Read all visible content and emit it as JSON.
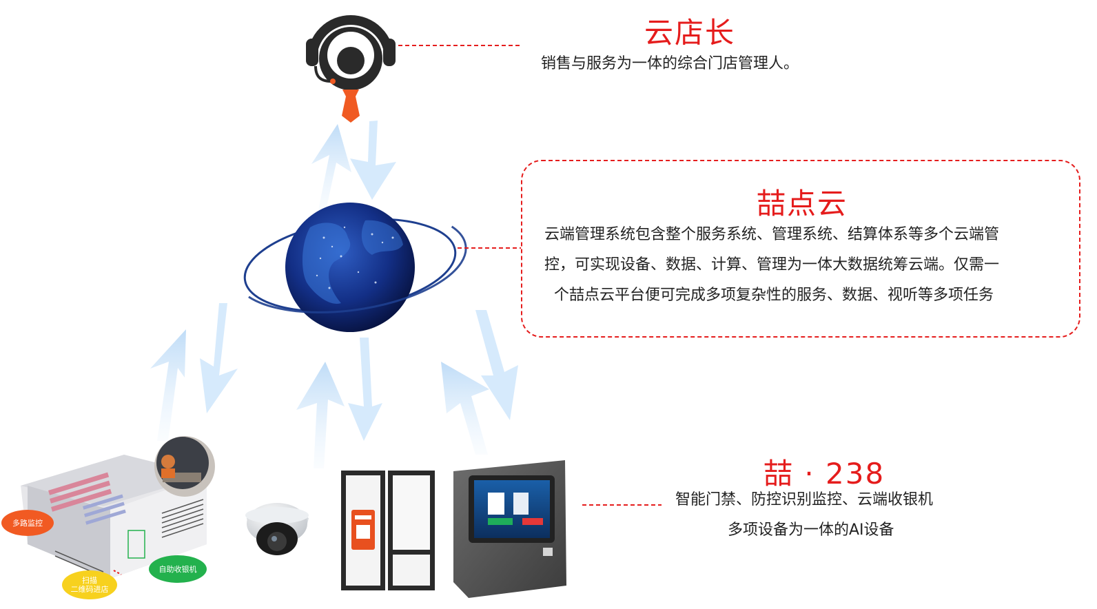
{
  "manager": {
    "title": "云店长",
    "desc": "销售与服务为一体的综合门店管理人。",
    "icon": "headset-manager-icon"
  },
  "cloud": {
    "title": "喆点云",
    "desc_lines": [
      "云端管理系统包含整个服务系统、管理系统、结算体系等多个云端管",
      "控，可实现设备、数据、计算、管理为一体大数据统筹云端。仅需一",
      "个喆点云平台便可完成多项复杂性的服务、数据、视听等多项任务"
    ],
    "icon": "globe-icon"
  },
  "device": {
    "title": "喆 · 238",
    "desc_lines": [
      "智能门禁、防控识别监控、云端收银机",
      "多项设备为一体的AI设备"
    ]
  },
  "store": {
    "bubbles": {
      "monitor": "多路监控",
      "scan": [
        "扫描",
        "二维码进店"
      ],
      "cashier": "自助收银机"
    }
  },
  "colors": {
    "accent": "#e51c1c",
    "arrow": "#cfe6fb",
    "arrow_edge": "#b6d8f6",
    "bubble_orange": "#f15a22",
    "bubble_yellow": "#f7d11e",
    "bubble_green": "#23b14d"
  }
}
